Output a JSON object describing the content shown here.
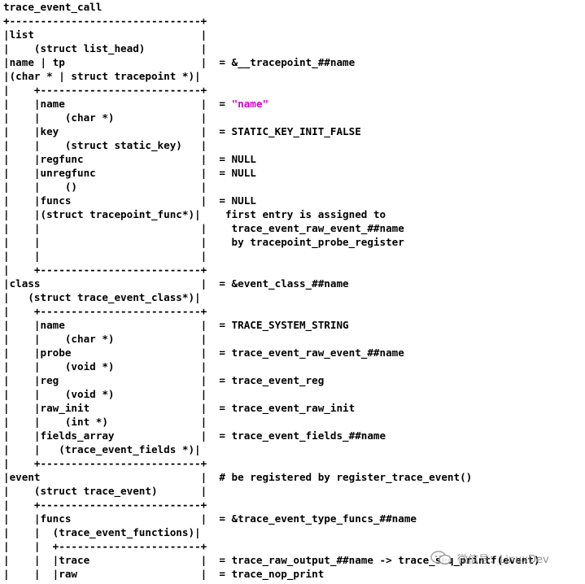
{
  "lines": [
    {
      "left": "trace_event_call",
      "val": ""
    },
    {
      "left": "+-------------------------------+",
      "val": ""
    },
    {
      "left": "|list                           |",
      "val": ""
    },
    {
      "left": "|    (struct list_head)         |",
      "val": ""
    },
    {
      "left": "|name | tp                      |",
      "val": "  = &__tracepoint_##name"
    },
    {
      "left": "|(char * | struct tracepoint *)|",
      "val": ""
    },
    {
      "left": "|    +--------------------------+",
      "val": ""
    },
    {
      "left": "|    |name                      |",
      "val": "  = ",
      "val2": "\"name\"",
      "magenta": true
    },
    {
      "left": "|    |    (char *)              |",
      "val": ""
    },
    {
      "left": "|    |key                       |",
      "val": "  = STATIC_KEY_INIT_FALSE"
    },
    {
      "left": "|    |    (struct static_key)   |",
      "val": ""
    },
    {
      "left": "|    |regfunc                   |",
      "val": "  = NULL"
    },
    {
      "left": "|    |unregfunc                 |",
      "val": "  = NULL"
    },
    {
      "left": "|    |    ()                    |",
      "val": ""
    },
    {
      "left": "|    |funcs                     |",
      "val": "  = NULL"
    },
    {
      "left": "|    |(struct tracepoint_func*)|",
      "val": "    first entry is assigned to"
    },
    {
      "left": "|    |                          |",
      "val": "    trace_event_raw_event_##name"
    },
    {
      "left": "|    |                          |",
      "val": "    by tracepoint_probe_register"
    },
    {
      "left": "|    |                          |",
      "val": ""
    },
    {
      "left": "|    +--------------------------+",
      "val": ""
    },
    {
      "left": "|class                          |",
      "val": "  = &event_class_##name"
    },
    {
      "left": "|   (struct trace_event_class*)|",
      "val": ""
    },
    {
      "left": "|    +--------------------------+",
      "val": ""
    },
    {
      "left": "|    |name                      |",
      "val": "  = TRACE_SYSTEM_STRING"
    },
    {
      "left": "|    |    (char *)              |",
      "val": ""
    },
    {
      "left": "|    |probe                     |",
      "val": "  = trace_event_raw_event_##name"
    },
    {
      "left": "|    |    (void *)              |",
      "val": ""
    },
    {
      "left": "|    |reg                       |",
      "val": "  = trace_event_reg"
    },
    {
      "left": "|    |    (void *)              |",
      "val": ""
    },
    {
      "left": "|    |raw_init                  |",
      "val": "  = trace_event_raw_init"
    },
    {
      "left": "|    |    (int *)               |",
      "val": ""
    },
    {
      "left": "|    |fields_array              |",
      "val": "  = trace_event_fields_##name"
    },
    {
      "left": "|    |   (trace_event_fields *)|",
      "val": ""
    },
    {
      "left": "|    +--------------------------+",
      "val": ""
    },
    {
      "left": "|event                          |",
      "val": "  # be registered by register_trace_event()"
    },
    {
      "left": "|    (struct trace_event)       |",
      "val": ""
    },
    {
      "left": "|    +--------------------------+",
      "val": ""
    },
    {
      "left": "|    |funcs                     |",
      "val": "  = &trace_event_type_funcs_##name"
    },
    {
      "left": "|    |  (trace_event_functions)|",
      "val": ""
    },
    {
      "left": "|    |  +-----------------------+",
      "val": ""
    },
    {
      "left": "|    |  |trace                  |",
      "val": "  = trace_raw_output_##name -> trace_seq_printf(event)"
    },
    {
      "left": "|    |  |raw                    |",
      "val": "  = trace_nop_print"
    }
  ],
  "watermark": {
    "text": "微信号：LinuxDev",
    "icon": "wechat-icon"
  }
}
